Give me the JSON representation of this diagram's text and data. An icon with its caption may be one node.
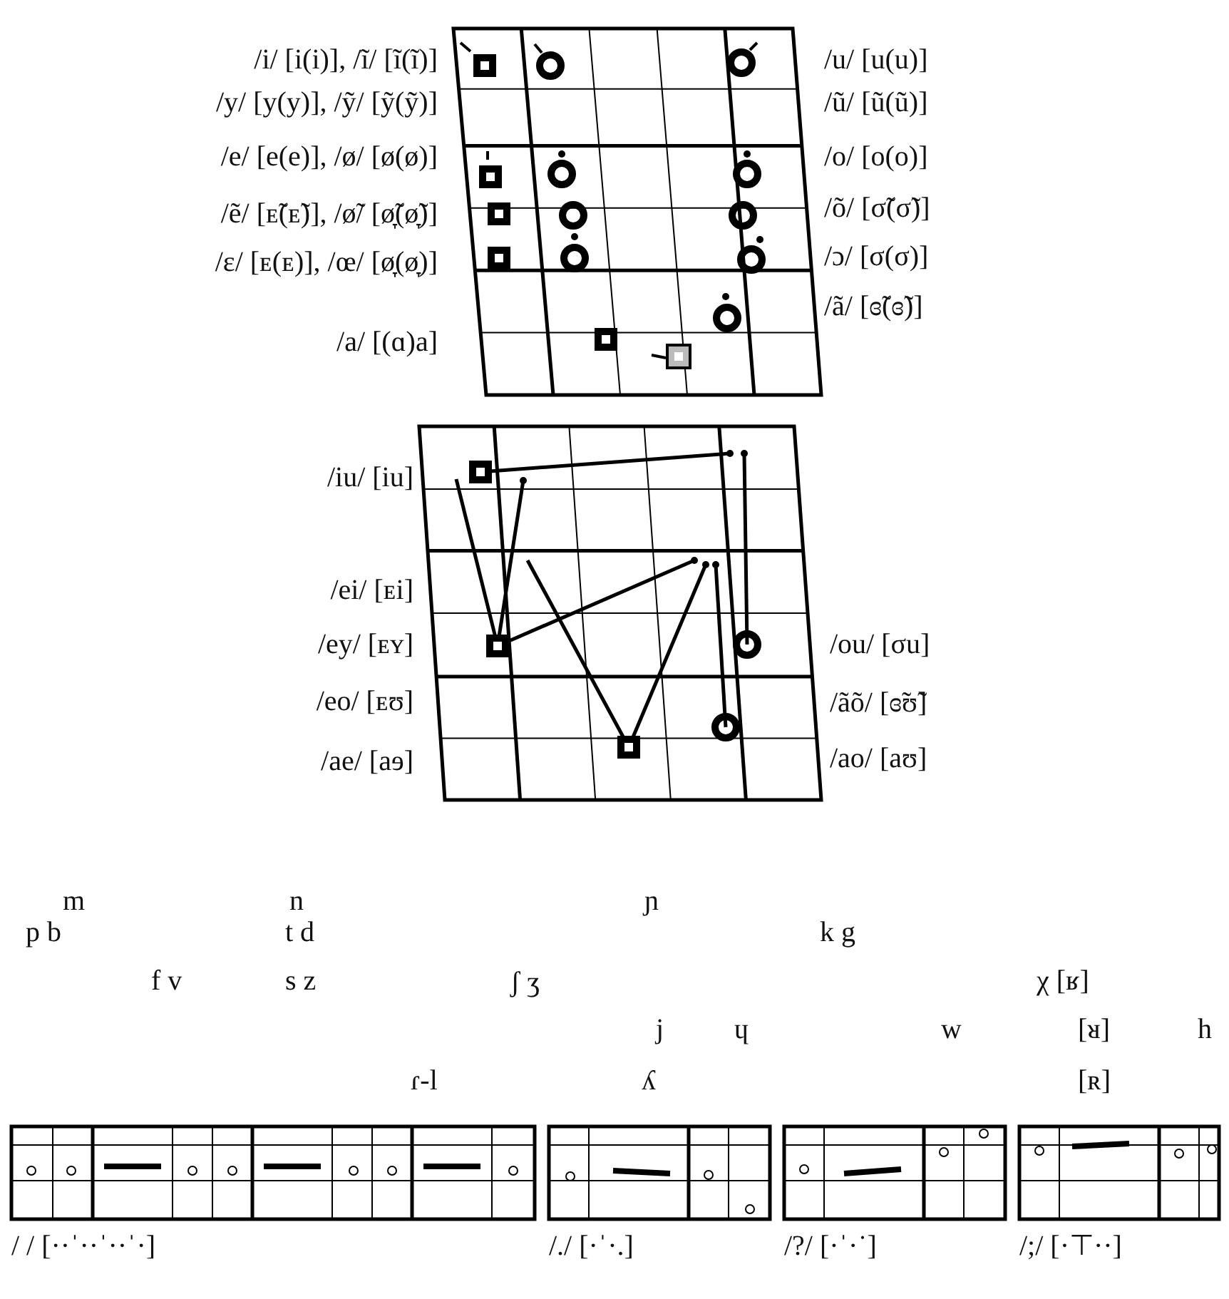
{
  "diagram": {
    "labels": [
      "/i/ [i(i)], /ĩ/ [ĩ(ĩ)]",
      "/u/ [u(u)]",
      "/y/ [y(y)], /ỹ/ [ỹ(ỹ)]",
      "/ũ/ [ũ(ũ)]",
      "/e/ [e(e)], /ø/ [ø(ø)]",
      "/o/ [o(o)]",
      "/ẽ/ [ᴇ̃(ᴇ̃)], /ø̃/ [ø̞̃(ø̞̃)]",
      "/õ/ [σ̃(σ̃)]",
      "/ɛ/ [ᴇ(ᴇ)], /œ/ [ø̞(ø̞)]",
      "/ɔ/ [σ(σ)]",
      "/ã/ [ɞ̃(ɞ̃)]",
      "/a/ [(ɑ)a]",
      "/iu/ [iu]",
      "/ei/ [ᴇi]",
      "/ey/ [ᴇʏ]",
      "/ou/ [σu]",
      "/eo/ [ᴇʊ]",
      "/ãõ/ [ɞ̃ʊ̃]",
      "/ae/ [aɘ]",
      "/ao/ [aʊ]",
      "m",
      "n",
      "ɲ",
      "p b",
      "t d",
      "k g",
      "f v",
      "s z",
      "ʃ ʒ",
      "χ [ʁ]",
      "j",
      "ɥ",
      "w",
      "[ᴚ]",
      "h",
      "ɾ-l",
      "ʎ",
      "[ʀ]",
      "/ / [··ˈ··ˈ··ˈ·]",
      "/./ [·ˈ·.]",
      "/?/ [·ˈ·˙]",
      "/;/ [·⊤··]"
    ]
  }
}
